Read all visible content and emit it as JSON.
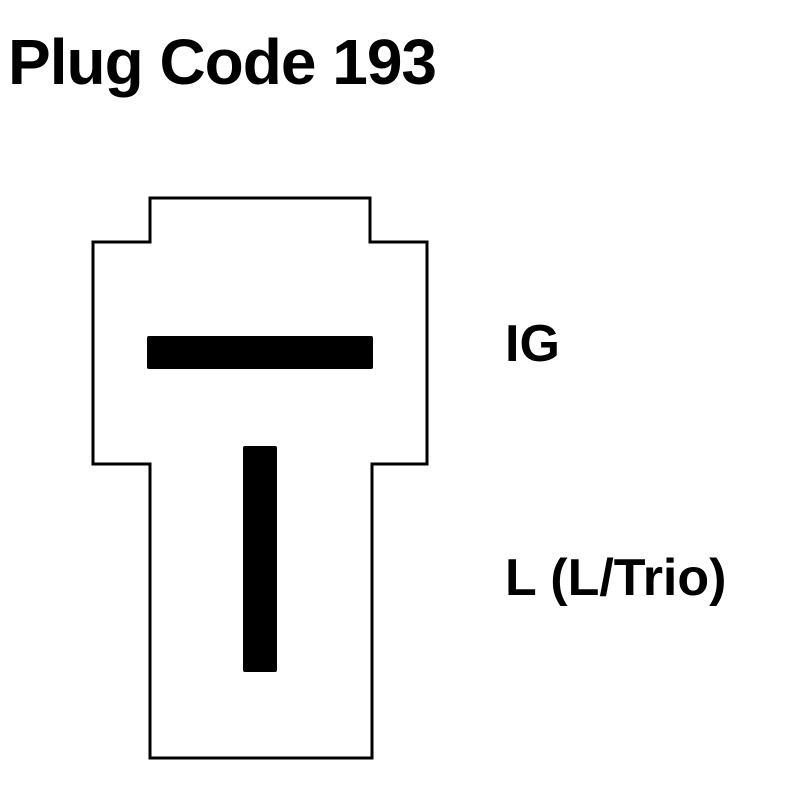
{
  "title": "Plug Code 193",
  "terminals": [
    {
      "label": "IG",
      "orientation": "horizontal"
    },
    {
      "label": "L (L/Trio)",
      "orientation": "vertical"
    }
  ],
  "colors": {
    "line": "#000000",
    "background": "#ffffff"
  }
}
